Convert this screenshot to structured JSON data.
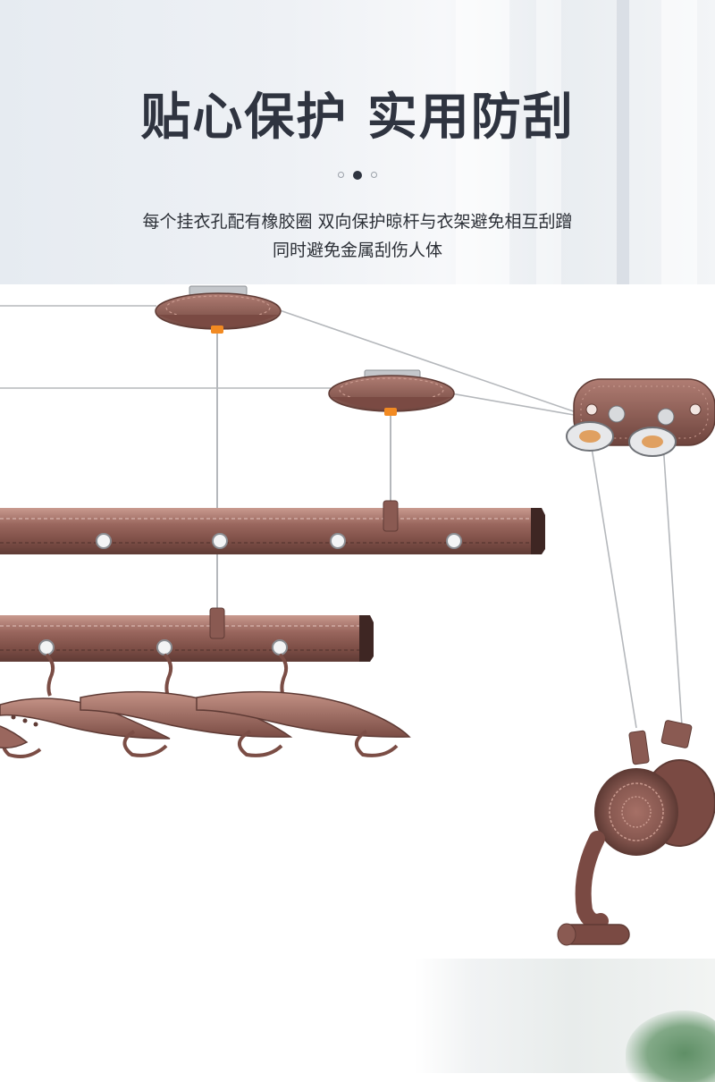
{
  "banner": {
    "title": "贴心保护 实用防刮",
    "carousel": {
      "count": 3,
      "active_index": 1
    },
    "description_line1": "每个挂衣孔配有橡胶圈 双向保护晾杆与衣架避免相互刮蹭",
    "description_line2": "同时避免金属刮伤人体"
  },
  "colors": {
    "title": "#2f3440",
    "description": "#2b2f36",
    "bronze": "#8a5a52",
    "bronze_light": "#b98a80",
    "bronze_dark": "#5f3b35",
    "wire": "#b5b8bc",
    "accent_orange": "#f28a22"
  },
  "product": {
    "illustration": "bronze clothes drying rack with two rails, ceiling pulleys, hangers and hand crank",
    "icons": [
      "ceiling-pulley-icon",
      "drying-rail-icon",
      "hanger-icon",
      "pulley-bracket-icon",
      "hand-crank-icon"
    ]
  }
}
